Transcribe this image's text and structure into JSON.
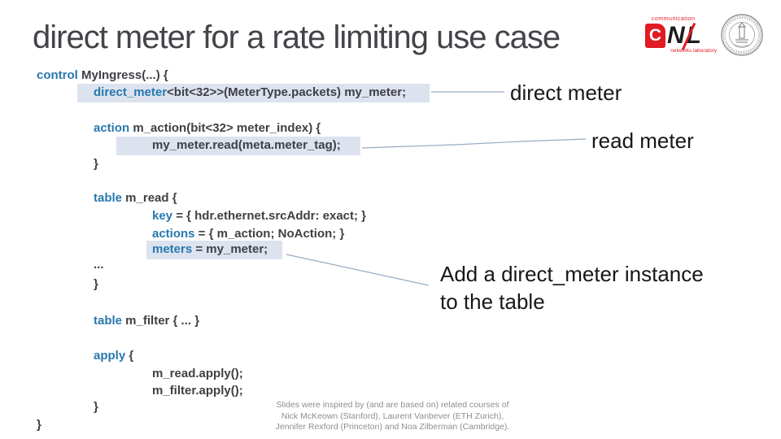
{
  "title": "direct meter for a rate limiting use case",
  "code": {
    "lines": [
      {
        "keyword": "control",
        "rest": " MyIngress(...) {"
      },
      {
        "keyword": "direct_meter",
        "rest": "<bit<32>>(MeterType.packets) my_meter;"
      },
      {
        "keyword": "action",
        "rest": " m_action(bit<32> meter_index) {"
      },
      {
        "keyword": "",
        "rest": "my_meter.read(meta.meter_tag);"
      },
      {
        "keyword": "",
        "rest": "}"
      },
      {
        "keyword": "table",
        "rest": " m_read {"
      },
      {
        "keyword": "key",
        "rest": " = { hdr.ethernet.srcAddr: exact; }"
      },
      {
        "keyword": "actions",
        "rest": " = { m_action; NoAction; }"
      },
      {
        "keyword": "meters",
        "rest": " = my_meter;"
      },
      {
        "keyword": "",
        "rest": "..."
      },
      {
        "keyword": "",
        "rest": "}"
      },
      {
        "keyword": "table",
        "rest": " m_filter { ... }"
      },
      {
        "keyword": "apply",
        "rest": " {"
      },
      {
        "keyword": "",
        "rest": "m_read.apply();"
      },
      {
        "keyword": "",
        "rest": "m_filter.apply();"
      },
      {
        "keyword": "",
        "rest": "}"
      },
      {
        "keyword": "",
        "rest": "}"
      }
    ]
  },
  "annotations": {
    "direct_meter": "direct meter",
    "read_meter": "read meter",
    "add_instance_line1": "Add a direct_meter instance",
    "add_instance_line2": "to the table"
  },
  "footer": {
    "line1": "Slides were inspired by (and are based on) related courses of",
    "line2": "Nick McKeown (Stanford), Laurent Vanbever (ETH Zurich),",
    "line3": "Jennifer Rexford (Princeton) and Noa Zilberman (Cambridge)."
  },
  "logos": {
    "cnl": {
      "top_text": "communication",
      "letter_c": "C",
      "letters_nl": "NL",
      "bottom_text": "networks laboratory"
    }
  },
  "colors": {
    "keyword_blue": "#2878ae",
    "code_text": "#3f4045",
    "highlight_bg": "#dce3ef",
    "connector_line": "#96abc4",
    "title_text": "#434349",
    "footer_text": "#8e8e8e",
    "logo_red": "#e11b22"
  }
}
